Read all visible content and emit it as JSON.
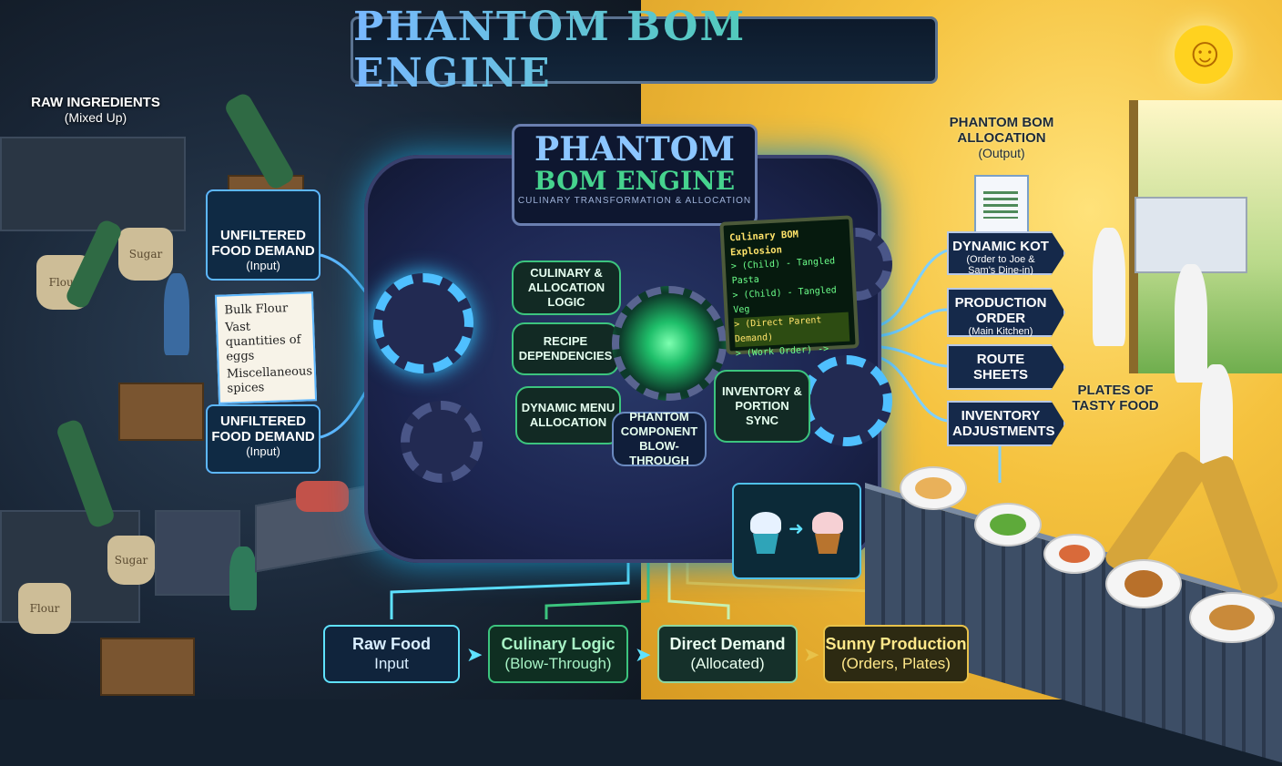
{
  "title": "PHANTOM BOM ENGINE",
  "left": {
    "raw_title": "RAW INGREDIENTS",
    "raw_sub": "(Mixed Up)",
    "input1_title": "UNFILTERED FOOD DEMAND",
    "input1_sub": "(Input)",
    "input2_title": "UNFILTERED FOOD DEMAND",
    "input2_sub": "(Input)",
    "note_lines": [
      "Bulk Flour",
      "Vast quantities of eggs",
      "Miscellaneous spices"
    ],
    "sack_flour_1": "Flour",
    "sack_sugar": "Sugar",
    "sack_flour_2": "Flour",
    "sack_sugar_2": "Sugar"
  },
  "engine": {
    "panel_line1": "PHANTOM",
    "panel_line2": "BOM ENGINE",
    "panel_line3": "CULINARY TRANSFORMATION & ALLOCATION",
    "hex_culinary": "CULINARY & ALLOCATION LOGIC",
    "hex_recipe": "RECIPE DEPENDENCIES",
    "hex_menu": "DYNAMIC MENU ALLOCATION",
    "hex_phantom": "PHANTOM COMPONENT BLOW-THROUGH",
    "hex_inventory": "INVENTORY & PORTION SYNC",
    "screen_title": "Culinary BOM Explosion",
    "screen_lines": [
      "> (Child) - Tangled Pasta",
      "> (Child) - Tangled Veg",
      "> (Direct Parent Demand)",
      "> (Work Order) ->"
    ]
  },
  "right": {
    "output_title": "PHANTOM BOM ALLOCATION",
    "output_sub": "(Output)",
    "cards": [
      {
        "title": "DYNAMIC KOT",
        "sub": "(Order to Joe & Sam's Dine-in)"
      },
      {
        "title": "PRODUCTION ORDER",
        "sub": "(Main Kitchen)"
      },
      {
        "title": "ROUTE SHEETS",
        "sub": ""
      },
      {
        "title": "INVENTORY ADJUSTMENTS",
        "sub": ""
      }
    ],
    "plates_label": "PLATES OF TASTY FOOD"
  },
  "flow": [
    {
      "title": "Raw Food",
      "sub": "Input"
    },
    {
      "title": "Culinary Logic",
      "sub": "(Blow-Through)"
    },
    {
      "title": "Direct Demand",
      "sub": "(Allocated)"
    },
    {
      "title": "Sunny Production",
      "sub": "(Orders, Plates)"
    }
  ],
  "colors": {
    "flow_accent": "#5fe2ff",
    "green_accent": "#3cc47e",
    "gold_accent": "#e8c24a"
  }
}
